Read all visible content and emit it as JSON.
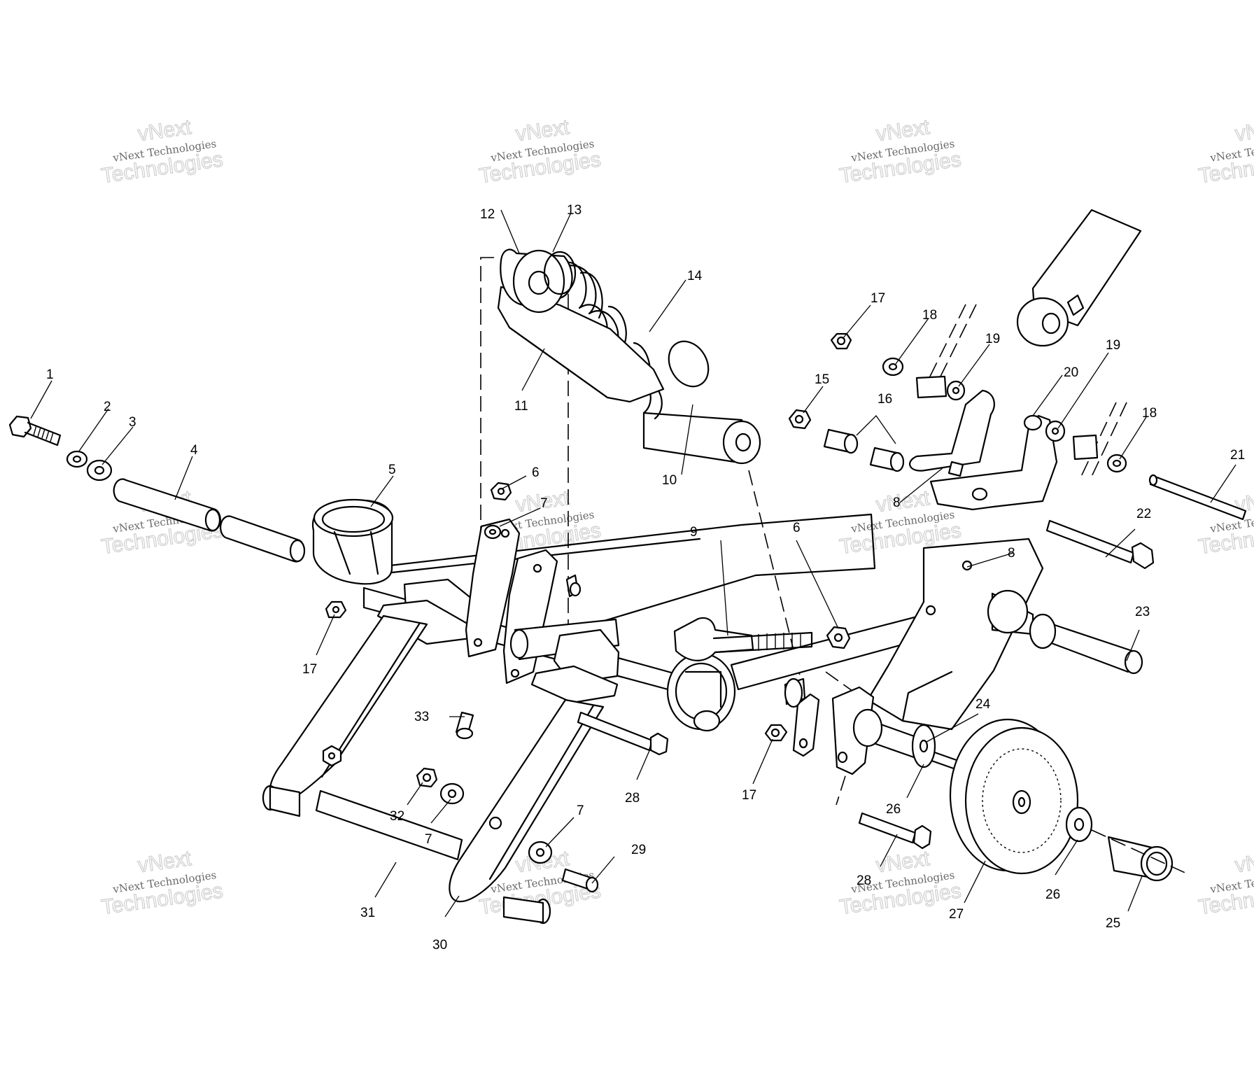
{
  "watermark": {
    "line_small": "vNext Technologies",
    "line_big_top": "vNext",
    "line_big_bottom": "Technologies"
  },
  "callouts": [
    {
      "id": "c1",
      "text": "1"
    },
    {
      "id": "c2",
      "text": "2"
    },
    {
      "id": "c3",
      "text": "3"
    },
    {
      "id": "c4",
      "text": "4"
    },
    {
      "id": "c5",
      "text": "5"
    },
    {
      "id": "c6a",
      "text": "6"
    },
    {
      "id": "c6b",
      "text": "6"
    },
    {
      "id": "c7a",
      "text": "7"
    },
    {
      "id": "c7b",
      "text": "7"
    },
    {
      "id": "c7c",
      "text": "7"
    },
    {
      "id": "c8a",
      "text": "8"
    },
    {
      "id": "c8b",
      "text": "8"
    },
    {
      "id": "c9",
      "text": "9"
    },
    {
      "id": "c10",
      "text": "10"
    },
    {
      "id": "c11",
      "text": "11"
    },
    {
      "id": "c12",
      "text": "12"
    },
    {
      "id": "c13",
      "text": "13"
    },
    {
      "id": "c14",
      "text": "14"
    },
    {
      "id": "c15",
      "text": "15"
    },
    {
      "id": "c16",
      "text": "16"
    },
    {
      "id": "c17a",
      "text": "17"
    },
    {
      "id": "c17b",
      "text": "17"
    },
    {
      "id": "c17c",
      "text": "17"
    },
    {
      "id": "c18a",
      "text": "18"
    },
    {
      "id": "c18b",
      "text": "18"
    },
    {
      "id": "c19a",
      "text": "19"
    },
    {
      "id": "c19b",
      "text": "19"
    },
    {
      "id": "c20",
      "text": "20"
    },
    {
      "id": "c21",
      "text": "21"
    },
    {
      "id": "c22",
      "text": "22"
    },
    {
      "id": "c23",
      "text": "23"
    },
    {
      "id": "c24",
      "text": "24"
    },
    {
      "id": "c25",
      "text": "25"
    },
    {
      "id": "c26a",
      "text": "26"
    },
    {
      "id": "c26b",
      "text": "26"
    },
    {
      "id": "c27",
      "text": "27"
    },
    {
      "id": "c28a",
      "text": "28"
    },
    {
      "id": "c28b",
      "text": "28"
    },
    {
      "id": "c29",
      "text": "29"
    },
    {
      "id": "c30",
      "text": "30"
    },
    {
      "id": "c31",
      "text": "31"
    },
    {
      "id": "c32",
      "text": "32"
    },
    {
      "id": "c33",
      "text": "33"
    }
  ]
}
